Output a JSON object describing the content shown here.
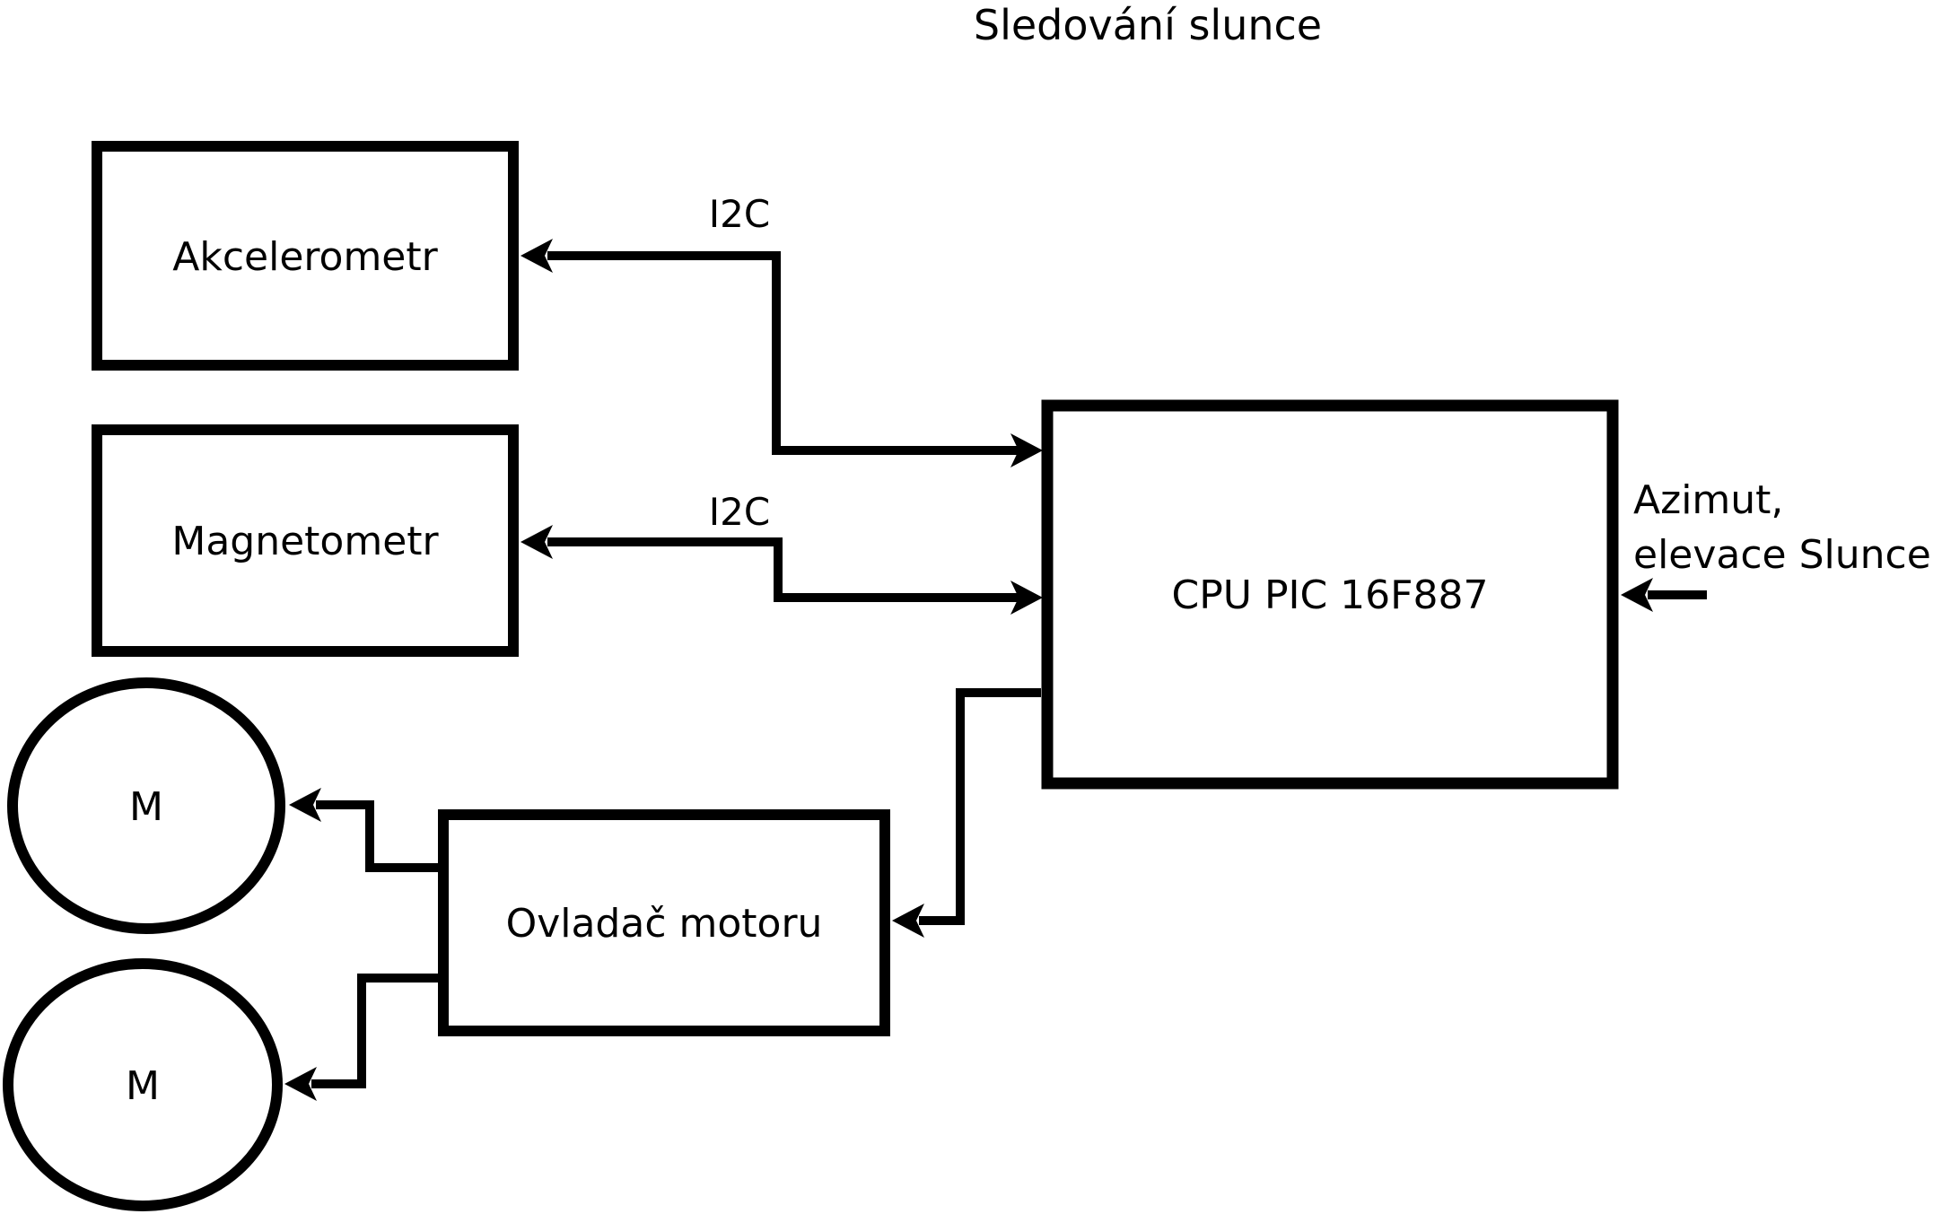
{
  "title": "Sledování slunce",
  "colors": {
    "ink": "#000000",
    "background": "#ffffff"
  },
  "nodes": {
    "akcelerometr": {
      "label": "Akcelerometr",
      "shape": "rectangle"
    },
    "magnetometr": {
      "label": "Magnetometr",
      "shape": "rectangle"
    },
    "cpu": {
      "label": "CPU PIC 16F887",
      "shape": "rectangle"
    },
    "ovladac_motoru": {
      "label": "Ovladač motoru",
      "shape": "rectangle"
    },
    "motor_1": {
      "label": "M",
      "shape": "circle"
    },
    "motor_2": {
      "label": "M",
      "shape": "circle"
    }
  },
  "edges": {
    "cpu_to_akcelerometr": {
      "label": "I2C",
      "from": "CPU PIC 16F887",
      "to": "Akcelerometr"
    },
    "cpu_to_magnetometr": {
      "label": "I2C",
      "from": "CPU PIC 16F887",
      "to": "Magnetometr"
    },
    "cpu_to_ovladac": {
      "label": "",
      "from": "CPU PIC 16F887",
      "to": "Ovladač motoru"
    },
    "ovladac_to_motor_1": {
      "label": "",
      "from": "Ovladač motoru",
      "to": "M"
    },
    "ovladac_to_motor_2": {
      "label": "",
      "from": "Ovladač motoru",
      "to": "M"
    },
    "azimut_to_cpu": {
      "label": "Azimut, elevace Slunce",
      "to": "CPU PIC 16F887"
    }
  },
  "annotations": {
    "azimut_line1": "Azimut,",
    "azimut_line2": "elevace Slunce"
  }
}
